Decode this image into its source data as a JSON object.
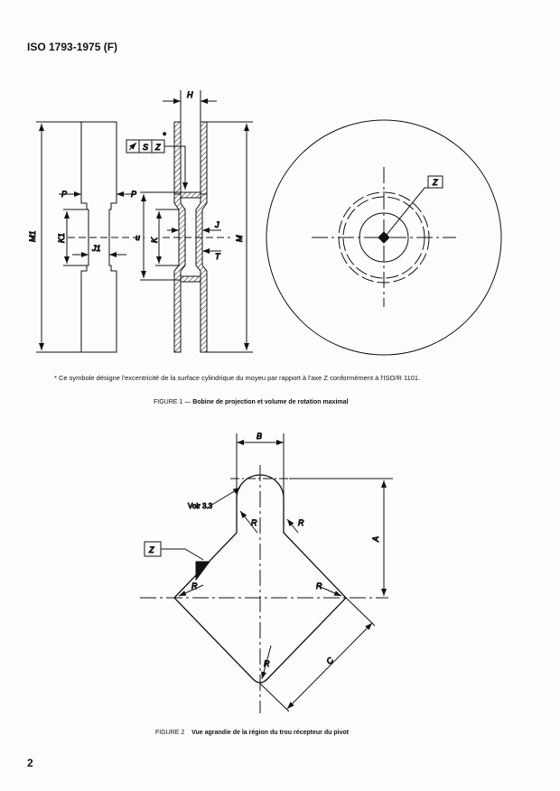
{
  "header": "ISO 1793-1975 (F)",
  "footnote": "*   Ce symbole désigne l'excentricité de la surface cylindrique du moyeu par rapport à l'axe Z conformément à l'ISO/R 1101.",
  "figure1": {
    "number": "FIGURE 1 —",
    "title": "Bobine de projection et volume de rotation maximal",
    "labels": {
      "M1": "M1",
      "K1": "K1",
      "J1": "J1",
      "P": "P",
      "K": "K",
      "H": "H",
      "J": "J",
      "T": "T",
      "M": "M",
      "S": "S",
      "Z": "Z",
      "star": "*",
      "axis": "u"
    }
  },
  "figure2": {
    "number": "FIGURE 2",
    "title": "Vue agrandie de la région du trou récepteur du pivot",
    "labels": {
      "B": "B",
      "A": "A",
      "C": "C",
      "R": "R",
      "Z": "Z",
      "voir": "Voir 3.3"
    }
  },
  "page_number": "2"
}
